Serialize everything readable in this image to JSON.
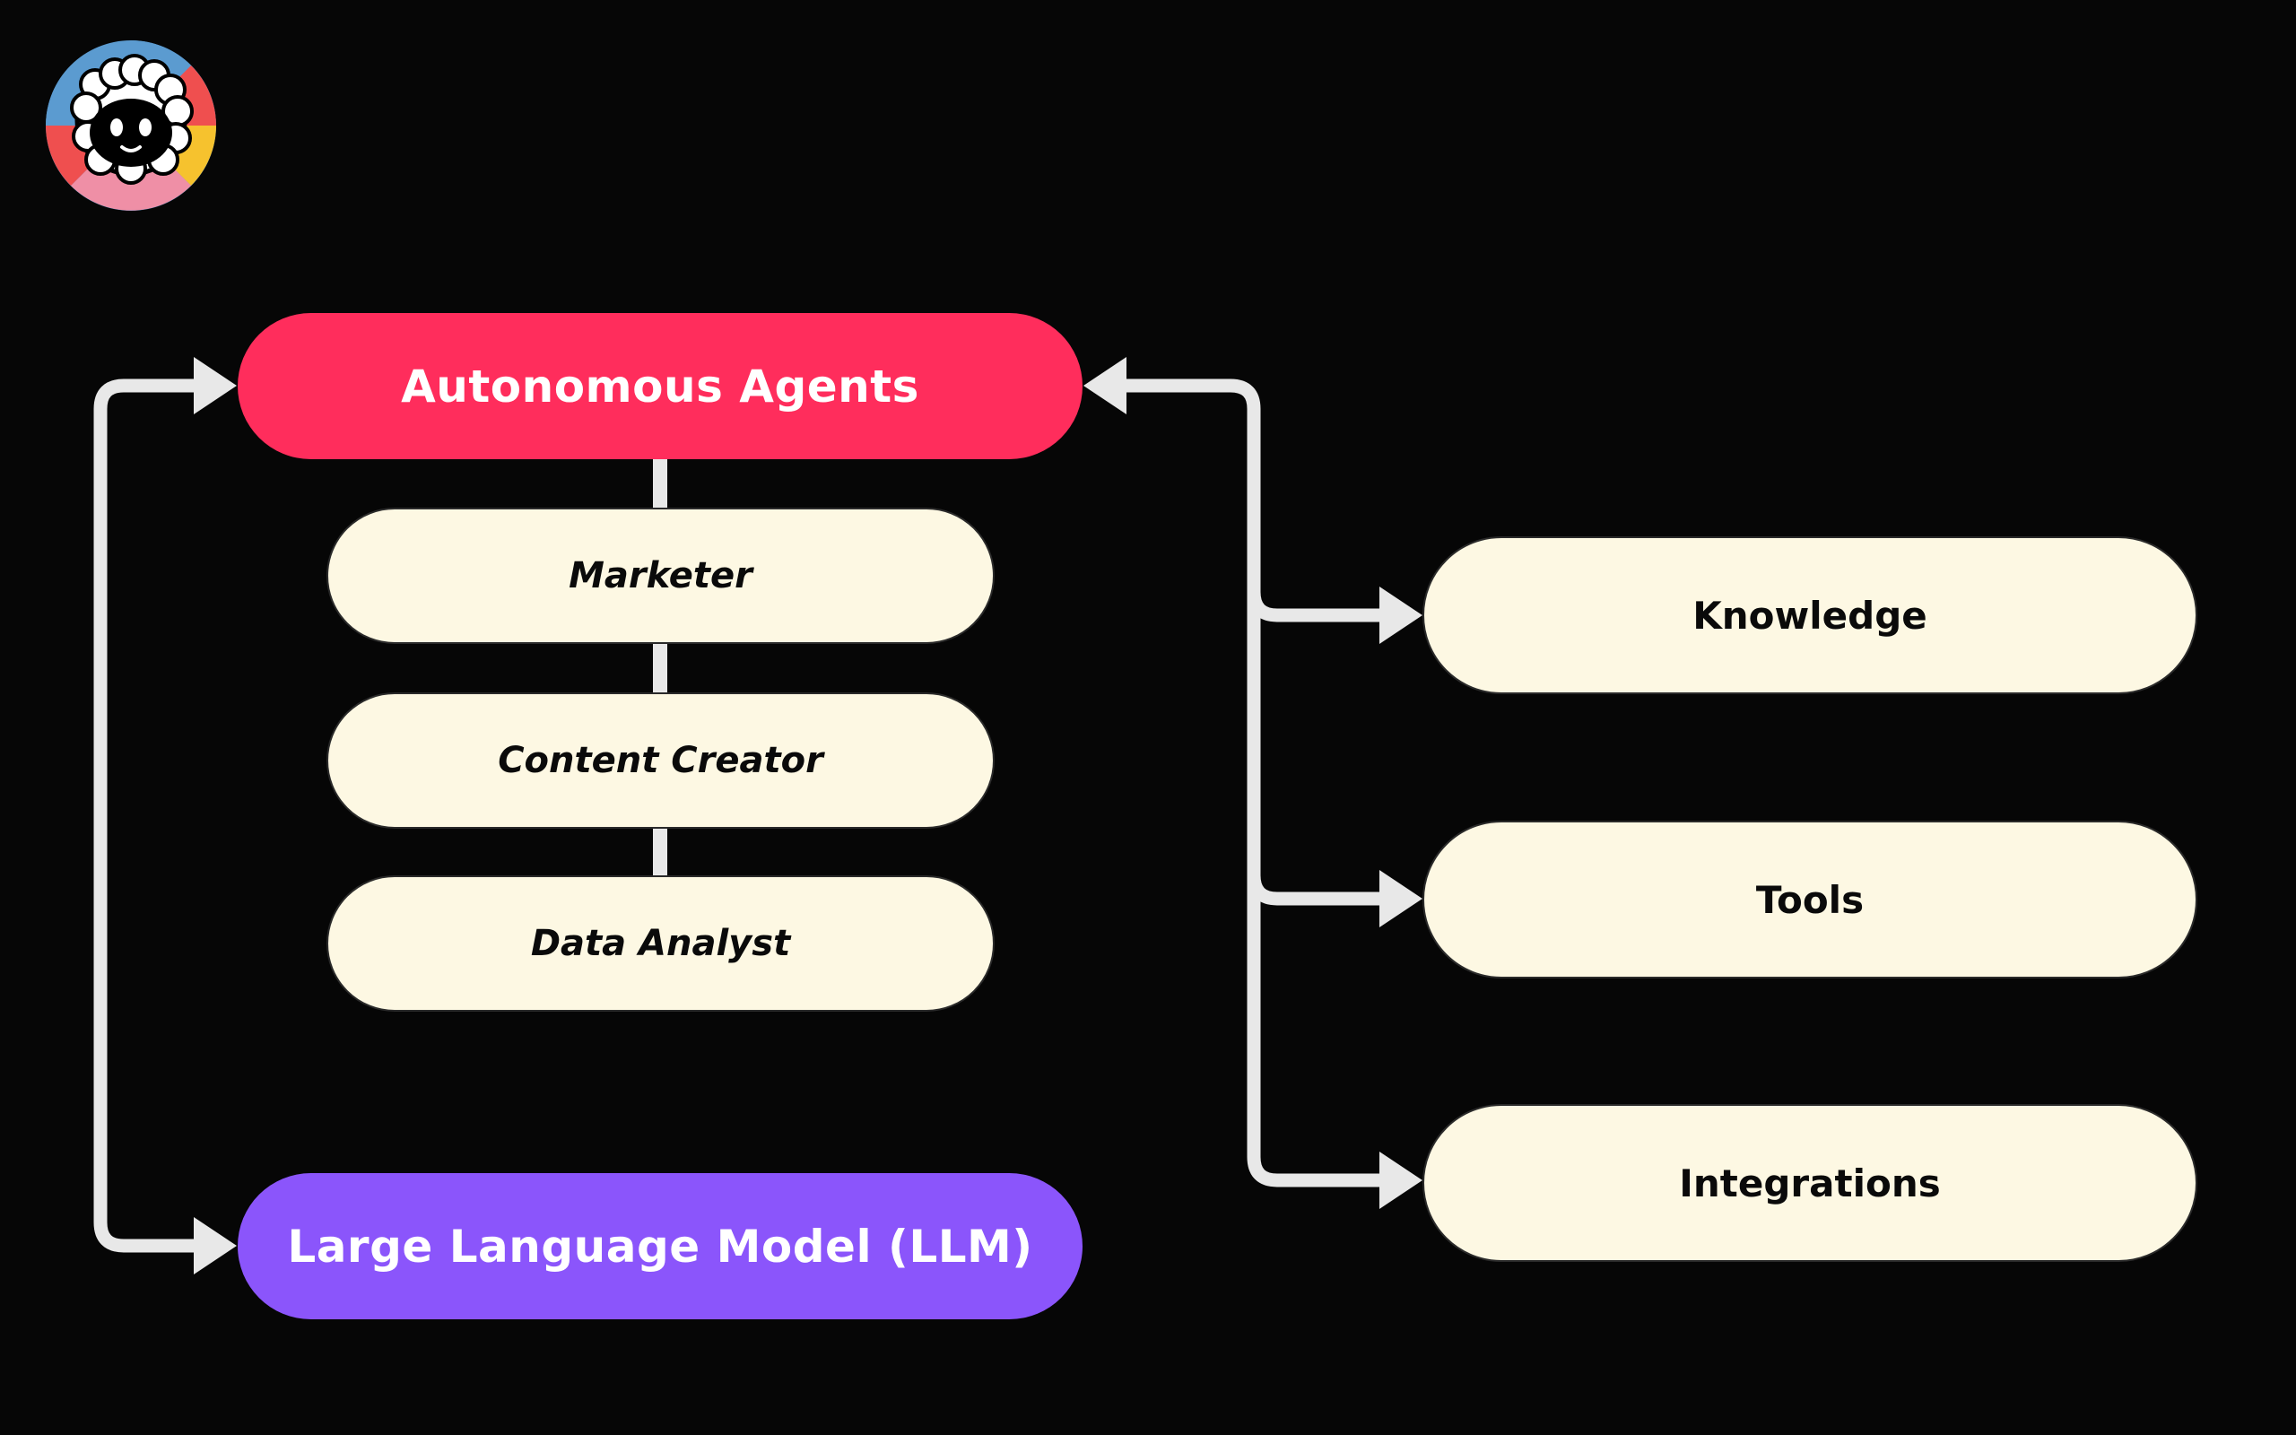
{
  "diagram": {
    "primary": {
      "agents": {
        "label": "Autonomous Agents",
        "color": "#ff2d5c"
      },
      "llm": {
        "label": "Large Language Model (LLM)",
        "color": "#8b55fb"
      }
    },
    "roles": [
      {
        "label": "Marketer"
      },
      {
        "label": "Content Creator"
      },
      {
        "label": "Data Analyst"
      }
    ],
    "resources": [
      {
        "label": "Knowledge"
      },
      {
        "label": "Tools"
      },
      {
        "label": "Integrations"
      }
    ],
    "colors": {
      "background": "#060606",
      "box_fill": "#fdf8e3",
      "connector": "#e8e8e8"
    }
  },
  "logo": {
    "icon": "sheep-face-logo-icon"
  }
}
